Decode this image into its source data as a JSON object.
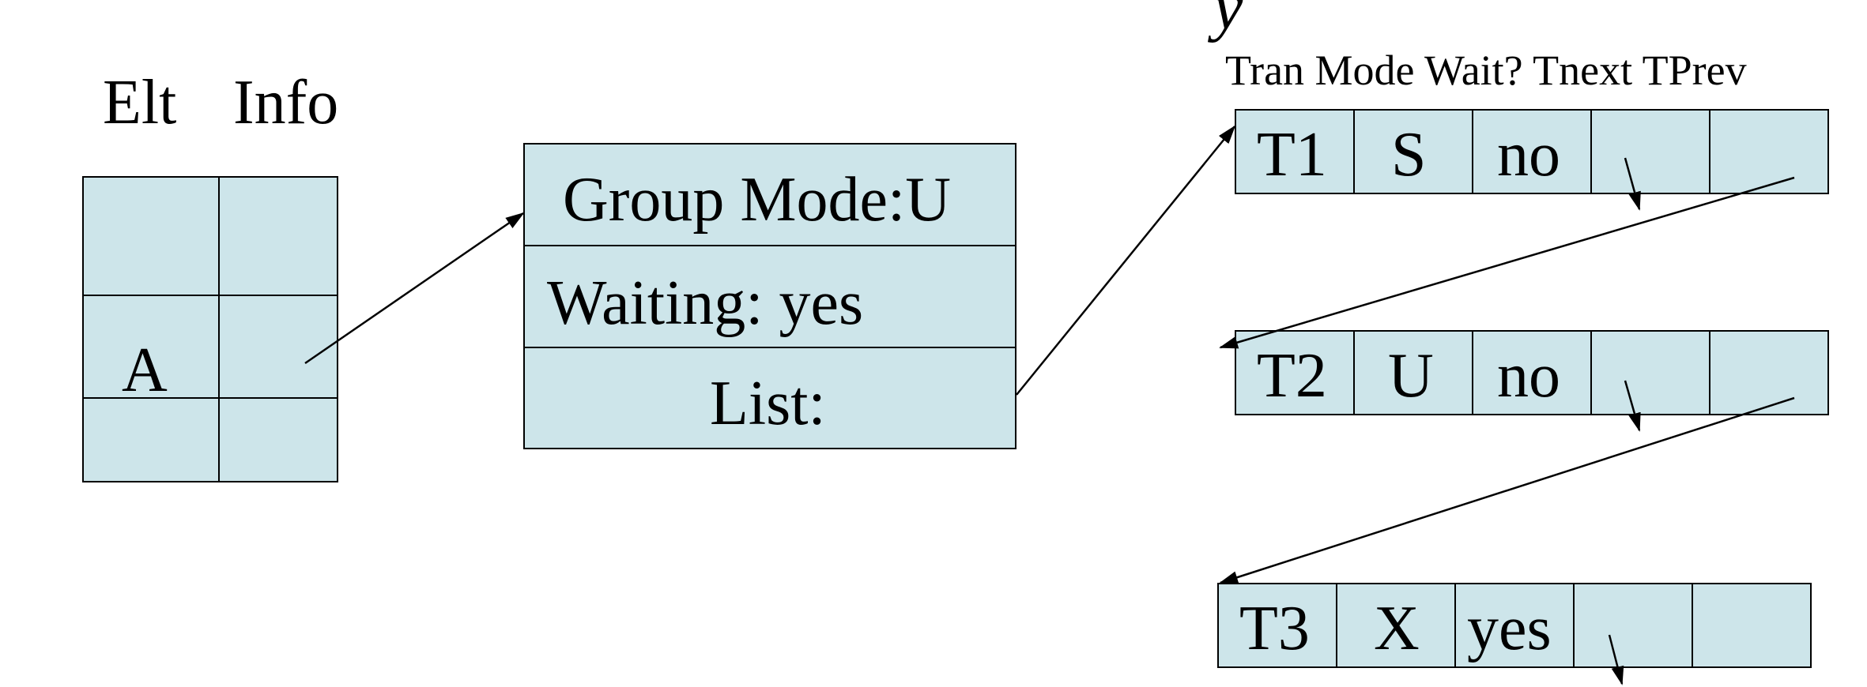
{
  "hash_table": {
    "headers": [
      "Elt",
      "Info"
    ],
    "rows": [
      {
        "elt": "",
        "info": ""
      },
      {
        "elt": "A",
        "info": ""
      },
      {
        "elt": "",
        "info": ""
      }
    ]
  },
  "group_box": {
    "mode": "Group Mode:U",
    "waiting": "Waiting: yes",
    "list": "List:"
  },
  "transaction_list": {
    "headers": "Tran Mode Wait? Tnext TPrev",
    "rows": [
      {
        "tran": "T1",
        "mode": "S",
        "wait": "no",
        "tnext": "",
        "tprev": ""
      },
      {
        "tran": "T2",
        "mode": "U",
        "wait": "no",
        "tnext": "",
        "tprev": ""
      },
      {
        "tran": "T3",
        "mode": "X",
        "wait": "yes",
        "tnext": "",
        "tprev": ""
      }
    ]
  },
  "colors": {
    "cell_fill": "#cde5ea",
    "stroke": "#000000"
  }
}
